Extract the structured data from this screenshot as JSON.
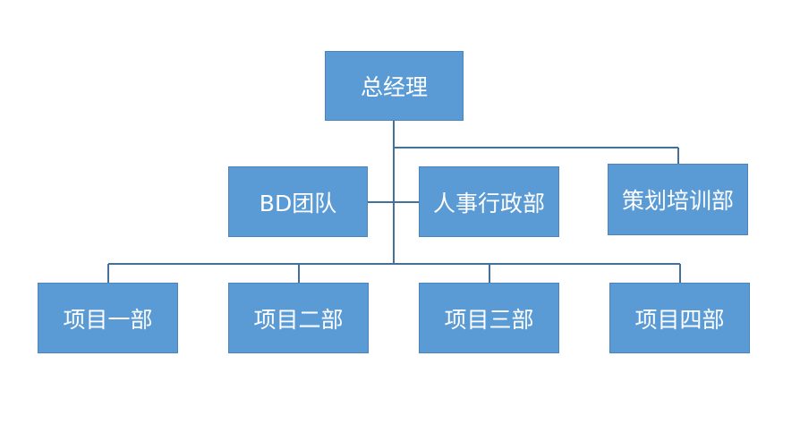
{
  "org": {
    "general_manager": "总经理",
    "staff": [
      "BD团队",
      "人事行政部",
      "策划培训部"
    ],
    "projects": [
      "项目一部",
      "项目二部",
      "项目三部",
      "项目四部"
    ]
  },
  "colors": {
    "box_fill": "#5b9bd5",
    "box_border": "#4a86bd",
    "connector": "#41719c",
    "text": "#ffffff"
  }
}
